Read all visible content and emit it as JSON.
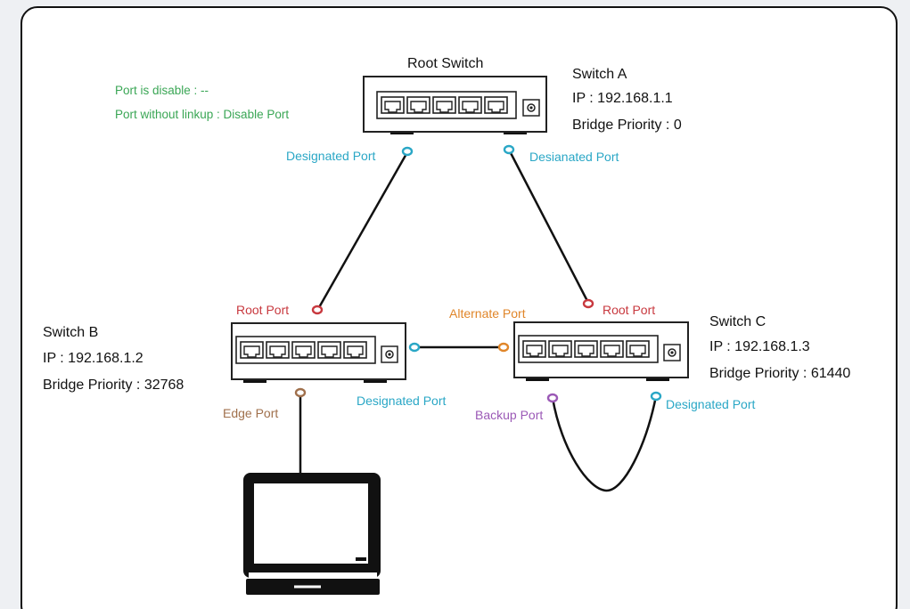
{
  "legend": {
    "line1": "Port is disable : --",
    "line2": "Port without linkup : Disable Port",
    "color": "#3aa655"
  },
  "colors": {
    "designated": "#2aa7c6",
    "root": "#c8393f",
    "alternate": "#e0862a",
    "backup": "#9b59b6",
    "edge": "#a0704c",
    "link": "#111111"
  },
  "root_switch_label": "Root Switch",
  "switch_a": {
    "name": "Switch A",
    "ip": "IP : 192.168.1.1",
    "priority": "Bridge Priority : 0"
  },
  "switch_b": {
    "name": "Switch B",
    "ip": "IP : 192.168.1.2",
    "priority": "Bridge Priority : 32768"
  },
  "switch_c": {
    "name": "Switch C",
    "ip": "IP : 192.168.1.3",
    "priority": "Bridge Priority : 61440"
  },
  "ports": {
    "a_left": "Designated Port",
    "a_right": "Desianated Port",
    "b_root": "Root Port",
    "b_edge": "Edge Port",
    "b_designated": "Designated Port",
    "c_alternate": "Alternate Port",
    "c_root": "Root Port",
    "c_backup": "Backup Port",
    "c_designated": "Designated Port"
  }
}
